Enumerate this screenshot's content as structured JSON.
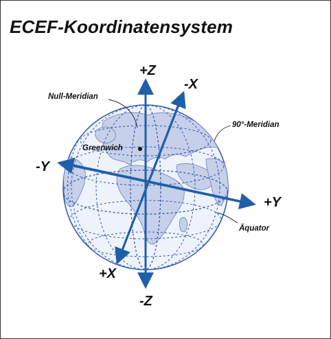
{
  "title": "ECEF-Koordinatensystem",
  "axes": {
    "pos_z": "+Z",
    "neg_z": "-Z",
    "pos_x": "+X",
    "neg_x": "-X",
    "pos_y": "+Y",
    "neg_y": "-Y"
  },
  "annotations": {
    "null_meridian": "Null-Meridian",
    "meridian_90": "90°-Meridian",
    "greenwich": "Greenwich",
    "equator": "Äquator"
  },
  "colors": {
    "axis": "#1f5fa8",
    "globe_fill": "#eef2fa",
    "land": "#c7d0ea",
    "grid": "#2d56a8"
  }
}
